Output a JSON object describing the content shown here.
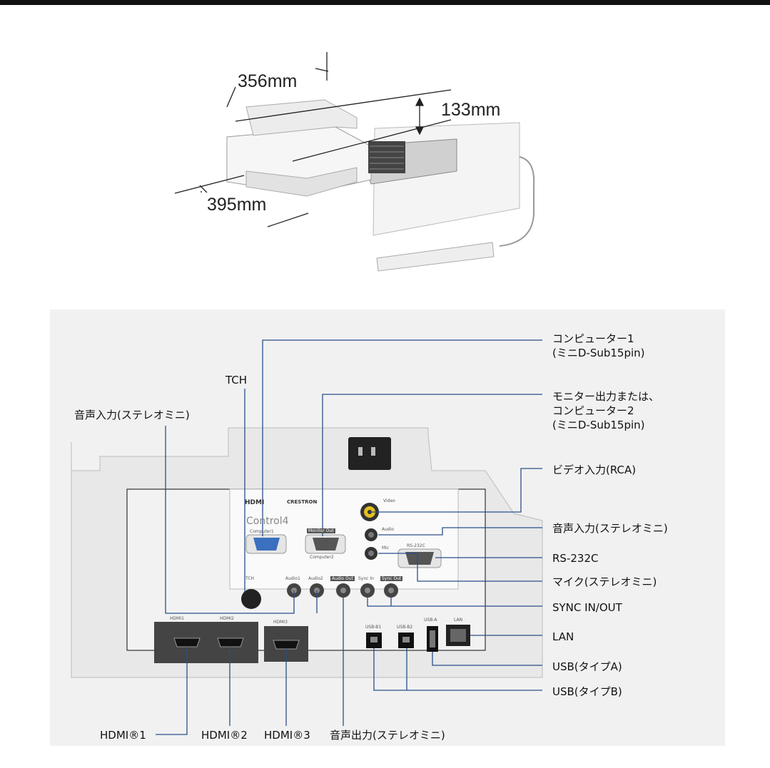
{
  "dimensions": {
    "width": "356mm",
    "height": "133mm",
    "depth": "395mm"
  },
  "callouts": {
    "tch": "TCH",
    "audio_in_left": "音声入力(ステレオミニ)",
    "computer1": "コンピューター1\n(ミニD-Sub15pin)",
    "monitor_out": "モニター出力または、\nコンピューター2\n(ミニD-Sub15pin)",
    "video_in": "ビデオ入力(RCA)",
    "audio_in_right": "音声入力(ステレオミニ)",
    "rs232c": "RS-232C",
    "mic": "マイク(ステレオミニ)",
    "sync": "SYNC IN/OUT",
    "lan": "LAN",
    "usb_a": "USB(タイプA)",
    "usb_b": "USB(タイプB)",
    "hdmi1": "HDMI®1",
    "hdmi2": "HDMI®2",
    "hdmi3": "HDMI®3",
    "audio_out": "音声出力(ステレオミニ)"
  },
  "panel_labels": {
    "hdmi_logo": "HDMI",
    "crestron": "CRESTRON",
    "control4": "Control4",
    "video": "Video",
    "audio": "Audio",
    "mic": "Mic",
    "rs232c": "RS-232C",
    "monitor_out": "Monitor Out",
    "computer2": "Computer2",
    "computer1": "Computer1",
    "tch": "TCH",
    "audio1": "Audio1",
    "audio2": "Audio2",
    "audio_out": "Audio Out",
    "sync_in": "Sync In",
    "sync_out": "Sync Out",
    "hdmi1": "HDMI1",
    "hdmi2": "HDMI2",
    "hdmi3": "HDMI3",
    "usb_b1": "USB-B1",
    "usb_b2": "USB-B2",
    "usb_a": "USB-A",
    "lan": "LAN"
  }
}
